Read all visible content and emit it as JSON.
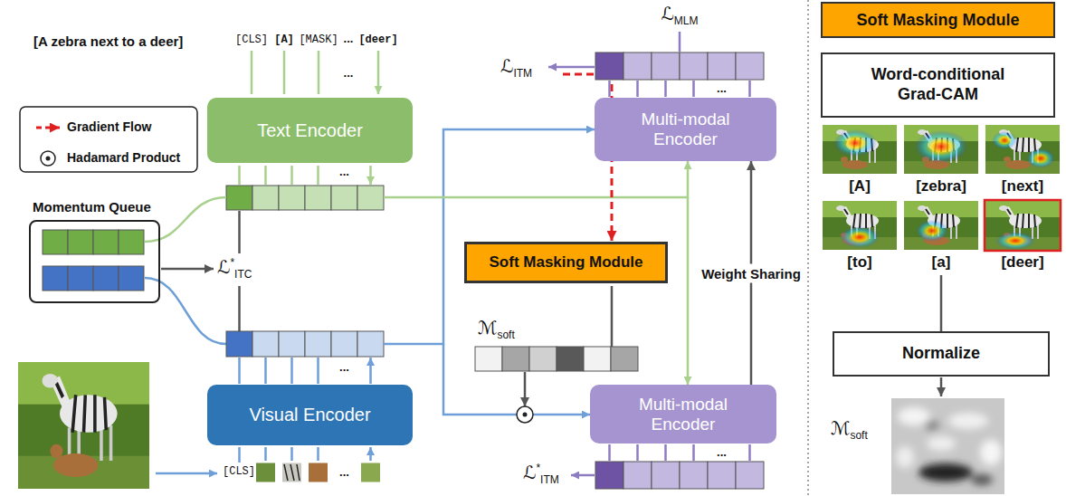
{
  "diagram": {
    "nodes": [
      {
        "text": [
          "Text Encoder"
        ]
      },
      {
        "text": [
          "Momentum Queue"
        ]
      },
      {
        "text": [
          "Visual Encoder"
        ]
      },
      {
        "text": [
          "Multi-modal Encoder"
        ]
      },
      {
        "text": [
          "Soft Masking Module"
        ]
      },
      {
        "text": [
          "Multi-modal Encoder"
        ]
      },
      {
        "text": [
          "Soft Masking Module"
        ]
      },
      {
        "text": [
          "Word-conditional Grad-CAM"
        ]
      },
      {
        "text": [
          "Normalize"
        ]
      }
    ],
    "edges": [
      {
        "from": 5,
        "to": 3,
        "arrow": "to",
        "label": "Weight Sharing"
      }
    ],
    "labels": [
      "[A zebra next to a deer]",
      "[CLS]",
      "[A]",
      "[MASK]",
      "...",
      "[deer]",
      "...",
      "...",
      "ℒ*ITC",
      "...",
      "[CLS]",
      "...",
      "ℒMLM",
      "ℒITM",
      "...",
      "ℳsoft",
      "...",
      "ℒ*ITM",
      "[A]",
      "[zebra]",
      "[next]",
      "[to]",
      "[a]",
      "[deer]",
      "ℳsoft"
    ],
    "legend": [
      {
        "text": "Gradient Flow"
      },
      {
        "text": "Hadamard Product"
      }
    ]
  }
}
